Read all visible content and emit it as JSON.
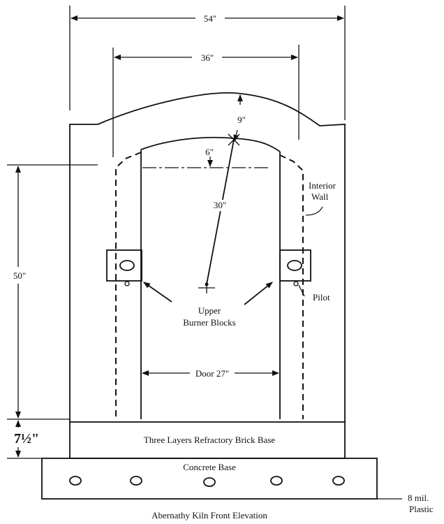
{
  "labels": {
    "overall_width": "54\"",
    "arch_span": "36\"",
    "arch_thickness": "9\"",
    "arch_rise": "6\"",
    "arch_radius": "30\"",
    "interior_wall": "Interior Wall",
    "interior_wall_line1": "Interior",
    "interior_wall_line2": "Wall",
    "height": "50\"",
    "base_height": "7½\"",
    "pilot": "Pilot",
    "burner_blocks_line1": "Upper",
    "burner_blocks_line2": "Burner Blocks",
    "door_width": "Door 27\"",
    "brick_base": "Three Layers Refractory Brick Base",
    "concrete_base": "Concrete Base",
    "plastic_line1": "8 mil.",
    "plastic_line2": "Plastic",
    "caption": "Abernathy Kiln Front Elevation"
  },
  "colors": {
    "ink": "#111111",
    "paper": "#ffffff"
  }
}
